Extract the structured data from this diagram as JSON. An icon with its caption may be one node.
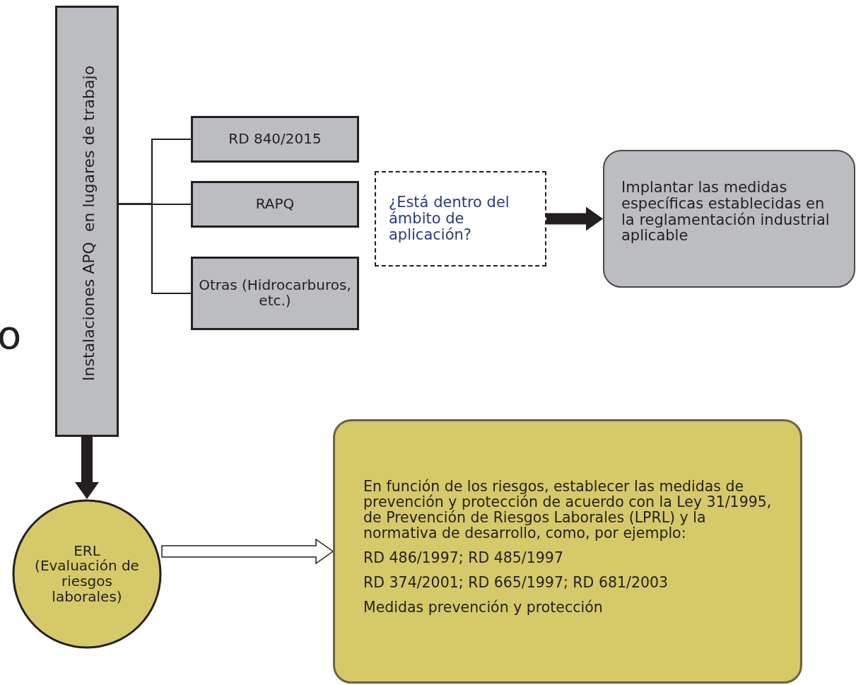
{
  "diagram": {
    "nodes": [
      {
        "text": [
          "Instalaciones APQ  en lugares de trabajo"
        ]
      },
      {
        "text": [
          "RD 840/2015"
        ]
      },
      {
        "text": [
          "RAPQ"
        ]
      },
      {
        "text": [
          "Otras (Hidrocarburos, etc.)"
        ]
      },
      {
        "text": [
          "¿Está dentro del ámbito de aplicación?"
        ]
      },
      {
        "text": [
          "Implantar las medidas específicas establecidas en la reglamentación industrial aplicable"
        ]
      },
      {
        "text": [
          "ERL (Evaluación de riesgos laborales)"
        ]
      },
      {
        "text": [
          "En función de los riesgos, establecer las medidas de prevención y protección de acuerdo con la Ley 31/1995, de Prevención de Riesgos Laborales (LPRL) y la normativa de desarrollo, como, por ejemplo:",
          "RD 486/1997; RD 485/1997",
          "RD 374/2001; RD 665/1997; RD 681/2003",
          "Medidas prevención y protección"
        ]
      }
    ],
    "edges": [
      {
        "from": 0,
        "to": 1,
        "arrow": "none"
      },
      {
        "from": 0,
        "to": 2,
        "arrow": "none"
      },
      {
        "from": 0,
        "to": 3,
        "arrow": "none"
      },
      {
        "from": 4,
        "to": 5,
        "arrow": "to"
      },
      {
        "from": 0,
        "to": 6,
        "arrow": "to"
      },
      {
        "from": 6,
        "to": 7,
        "arrow": "to",
        "color": "#ffffff"
      }
    ],
    "labels": [
      "o"
    ]
  }
}
